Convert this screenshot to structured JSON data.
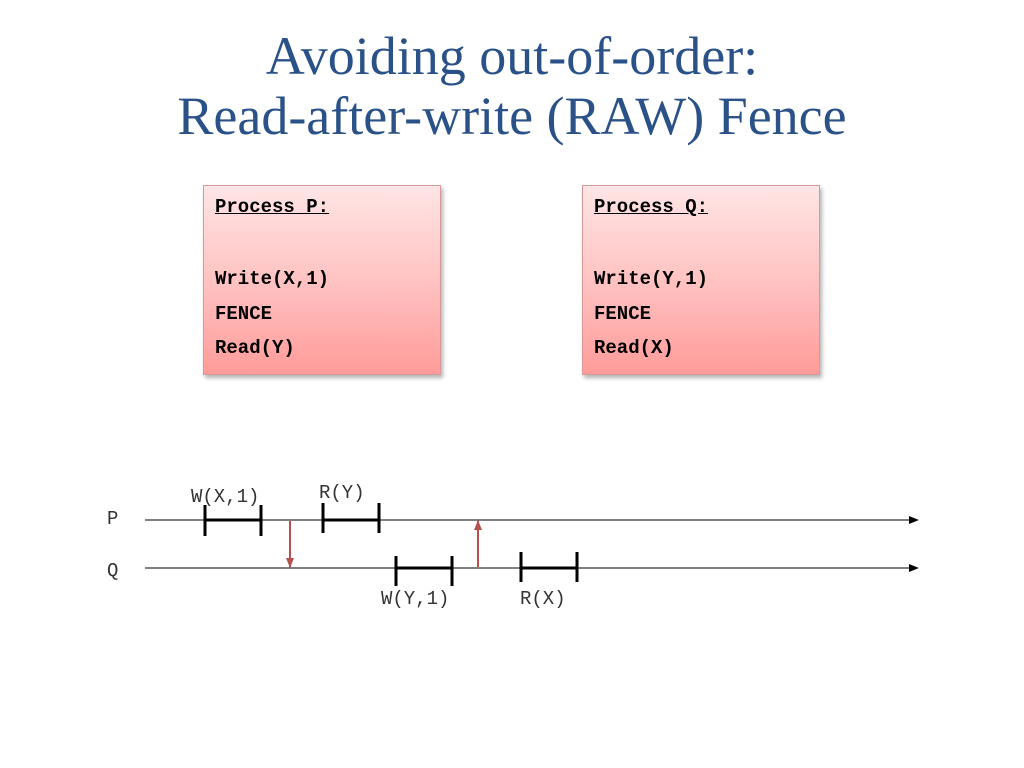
{
  "title": {
    "line1": "Avoiding out-of-order:",
    "line2": "Read-after-write (RAW) Fence"
  },
  "process_p": {
    "header": "Process P:",
    "lines": [
      "Write(X,1)",
      "FENCE",
      "Read(Y)"
    ]
  },
  "process_q": {
    "header": "Process Q:",
    "lines": [
      "Write(Y,1)",
      "FENCE",
      "Read(X)"
    ]
  },
  "timeline": {
    "p_label": "P",
    "q_label": "Q",
    "ops": {
      "wx1": "W(X,1)",
      "ry": "R(Y)",
      "wy1": "W(Y,1)",
      "rx": "R(X)"
    }
  },
  "colors": {
    "title": "#2a5288",
    "fence_arrow": "#b5524e"
  }
}
